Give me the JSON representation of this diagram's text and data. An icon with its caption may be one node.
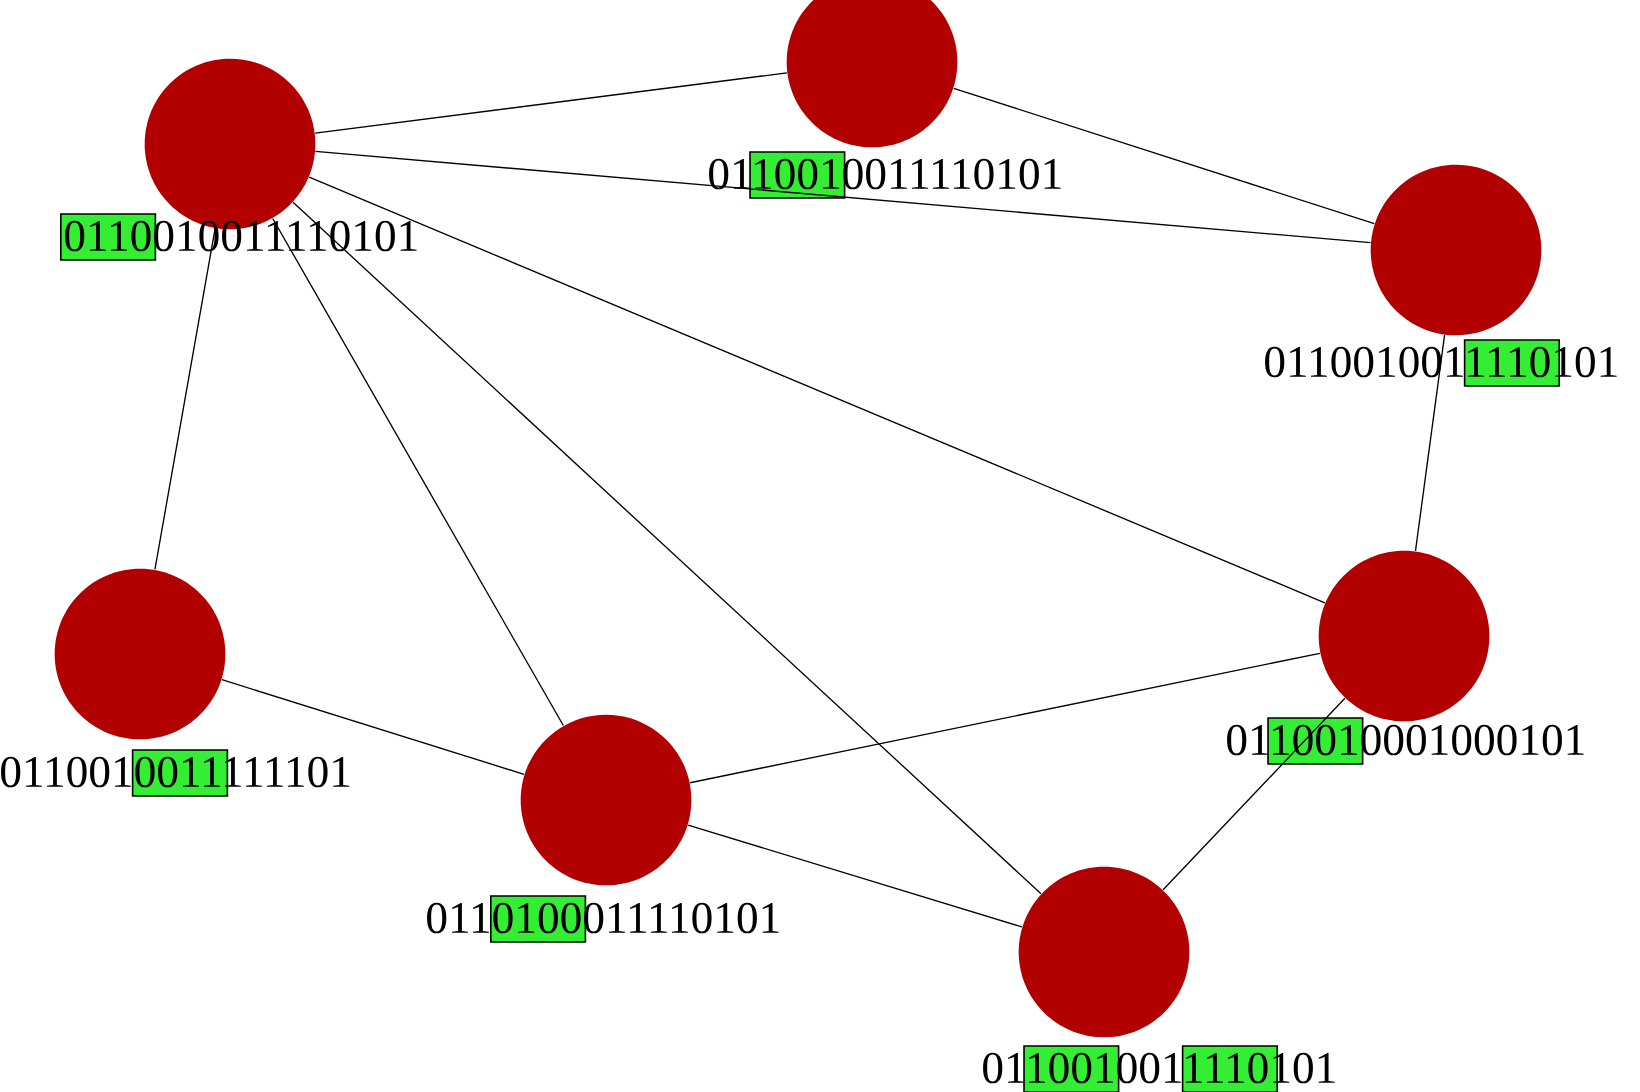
{
  "diagram": {
    "nodes": [
      {
        "text": [
          "0110010011110101"
        ]
      },
      {
        "text": [
          "0110010011110101"
        ]
      },
      {
        "text": [
          "0110010011110101"
        ]
      },
      {
        "text": [
          "0110010001000101"
        ]
      },
      {
        "text": [
          "0110010011111101"
        ]
      },
      {
        "text": [
          "0110100011110101"
        ]
      },
      {
        "text": [
          "0110010011110101"
        ]
      }
    ],
    "edges": [
      {
        "from": 1,
        "to": 0,
        "arrow": "none"
      },
      {
        "from": 1,
        "to": 2,
        "arrow": "none"
      },
      {
        "from": 0,
        "to": 2,
        "arrow": "none"
      },
      {
        "from": 1,
        "to": 4,
        "arrow": "none"
      },
      {
        "from": 1,
        "to": 5,
        "arrow": "none"
      },
      {
        "from": 1,
        "to": 6,
        "arrow": "none"
      },
      {
        "from": 1,
        "to": 3,
        "arrow": "none"
      },
      {
        "from": 2,
        "to": 3,
        "arrow": "none"
      },
      {
        "from": 3,
        "to": 5,
        "arrow": "none"
      },
      {
        "from": 3,
        "to": 6,
        "arrow": "none"
      },
      {
        "from": 4,
        "to": 5,
        "arrow": "none"
      },
      {
        "from": 5,
        "to": 6,
        "arrow": "none"
      }
    ]
  }
}
